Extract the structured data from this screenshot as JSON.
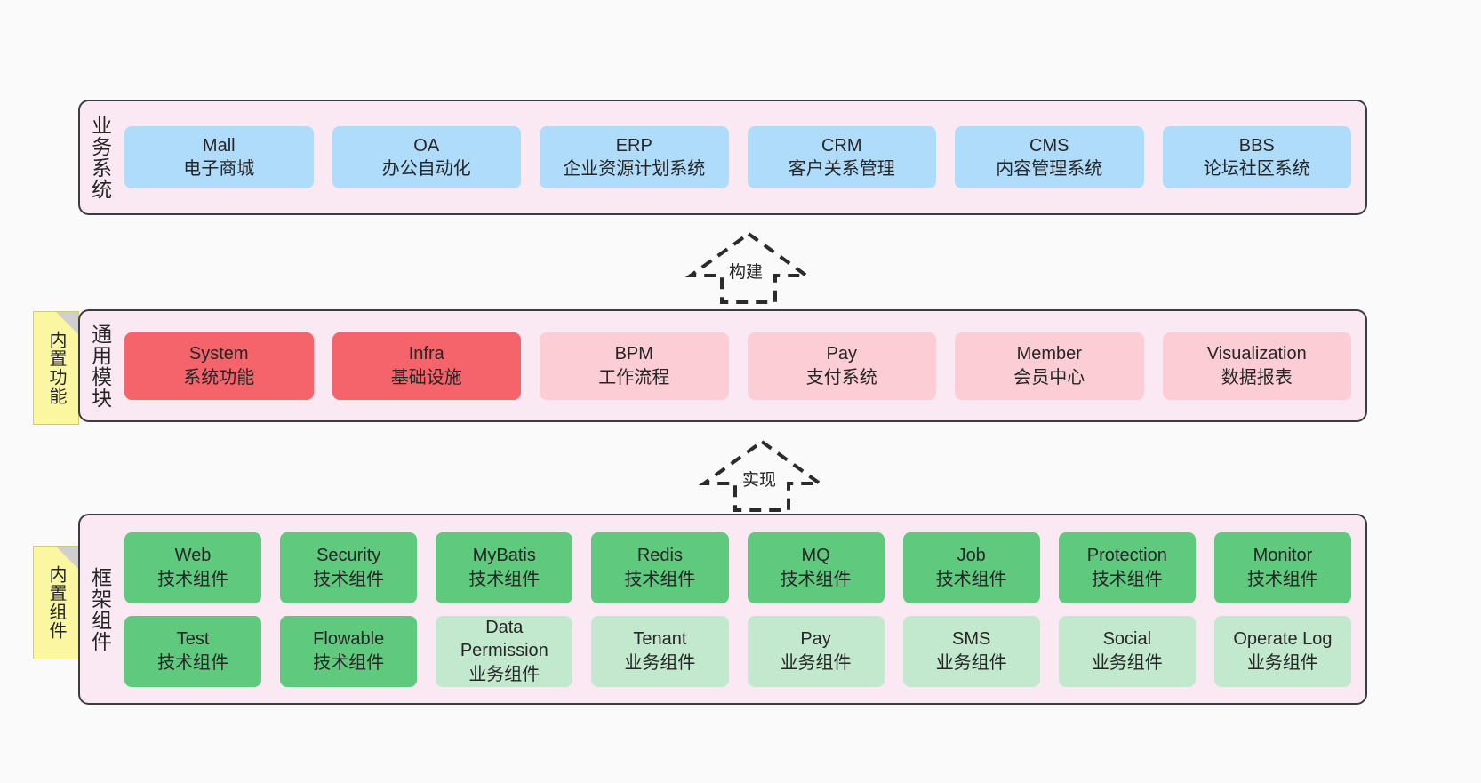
{
  "diagram": {
    "background_color": "#fafafa",
    "panel_color": "#fae9f3",
    "panel_border_color": "#3b3b44",
    "note_color": "#fbf7a0"
  },
  "layers": [
    {
      "id": "business",
      "title": "业务系统",
      "rows": [
        {
          "cards": [
            {
              "name": "Mall",
              "desc": "电子商城",
              "color": "#afdcfb",
              "variant": "c-blue"
            },
            {
              "name": "OA",
              "desc": "办公自动化",
              "color": "#afdcfb",
              "variant": "c-blue"
            },
            {
              "name": "ERP",
              "desc": "企业资源计划系统",
              "color": "#afdcfb",
              "variant": "c-blue"
            },
            {
              "name": "CRM",
              "desc": "客户关系管理",
              "color": "#afdcfb",
              "variant": "c-blue"
            },
            {
              "name": "CMS",
              "desc": "内容管理系统",
              "color": "#afdcfb",
              "variant": "c-blue"
            },
            {
              "name": "BBS",
              "desc": "论坛社区系统",
              "color": "#afdcfb",
              "variant": "c-blue"
            }
          ]
        }
      ]
    },
    {
      "id": "common",
      "title": "通用模块",
      "note": "内置功能",
      "rows": [
        {
          "cards": [
            {
              "name": "System",
              "desc": "系统功能",
              "color": "#f4646a",
              "variant": "c-red"
            },
            {
              "name": "Infra",
              "desc": "基础设施",
              "color": "#f4646a",
              "variant": "c-red"
            },
            {
              "name": "BPM",
              "desc": "工作流程",
              "color": "#fccdd4",
              "variant": "c-pink"
            },
            {
              "name": "Pay",
              "desc": "支付系统",
              "color": "#fccdd4",
              "variant": "c-pink"
            },
            {
              "name": "Member",
              "desc": "会员中心",
              "color": "#fccdd4",
              "variant": "c-pink"
            },
            {
              "name": "Visualization",
              "desc": "数据报表",
              "color": "#fccdd4",
              "variant": "c-pink"
            }
          ]
        }
      ]
    },
    {
      "id": "framework",
      "title": "框架组件",
      "note": "内置组件",
      "rows": [
        {
          "cards": [
            {
              "name": "Web",
              "desc": "技术组件",
              "color": "#5fc97e",
              "variant": "c-green"
            },
            {
              "name": "Security",
              "desc": "技术组件",
              "color": "#5fc97e",
              "variant": "c-green"
            },
            {
              "name": "MyBatis",
              "desc": "技术组件",
              "color": "#5fc97e",
              "variant": "c-green"
            },
            {
              "name": "Redis",
              "desc": "技术组件",
              "color": "#5fc97e",
              "variant": "c-green"
            },
            {
              "name": "MQ",
              "desc": "技术组件",
              "color": "#5fc97e",
              "variant": "c-green"
            },
            {
              "name": "Job",
              "desc": "技术组件",
              "color": "#5fc97e",
              "variant": "c-green"
            },
            {
              "name": "Protection",
              "desc": "技术组件",
              "color": "#5fc97e",
              "variant": "c-green"
            },
            {
              "name": "Monitor",
              "desc": "技术组件",
              "color": "#5fc97e",
              "variant": "c-green"
            }
          ]
        },
        {
          "cards": [
            {
              "name": "Test",
              "desc": "技术组件",
              "color": "#5fc97e",
              "variant": "c-green"
            },
            {
              "name": "Flowable",
              "desc": "技术组件",
              "color": "#5fc97e",
              "variant": "c-green"
            },
            {
              "name": "Data Permission",
              "desc": "业务组件",
              "color": "#c2e9ce",
              "variant": "c-lightgreen"
            },
            {
              "name": "Tenant",
              "desc": "业务组件",
              "color": "#c2e9ce",
              "variant": "c-lightgreen"
            },
            {
              "name": "Pay",
              "desc": "业务组件",
              "color": "#c2e9ce",
              "variant": "c-lightgreen"
            },
            {
              "name": "SMS",
              "desc": "业务组件",
              "color": "#c2e9ce",
              "variant": "c-lightgreen"
            },
            {
              "name": "Social",
              "desc": "业务组件",
              "color": "#c2e9ce",
              "variant": "c-lightgreen"
            },
            {
              "name": "Operate Log",
              "desc": "业务组件",
              "color": "#c2e9ce",
              "variant": "c-lightgreen"
            }
          ]
        }
      ]
    }
  ],
  "arrows": [
    {
      "id": "build",
      "label": "构建",
      "style": "dashed-hollow-up"
    },
    {
      "id": "impl",
      "label": "实现",
      "style": "dashed-hollow-up"
    }
  ]
}
